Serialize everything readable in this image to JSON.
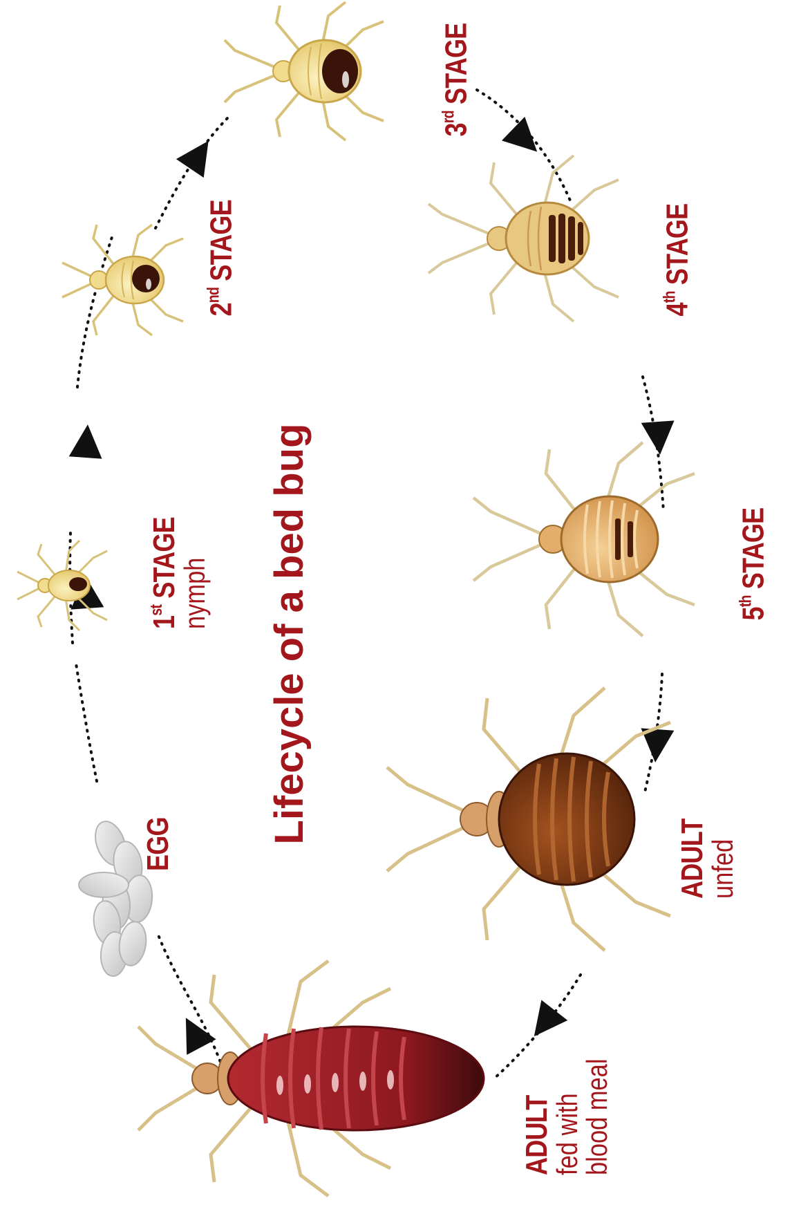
{
  "title": "Lifecycle of a bed bug",
  "stages": {
    "egg": {
      "main": "EGG"
    },
    "first": {
      "num": "1",
      "sup": "st",
      "word": "STAGE",
      "sub": "nymph"
    },
    "second": {
      "num": "2",
      "sup": "nd",
      "word": "STAGE"
    },
    "third": {
      "num": "3",
      "sup": "rd",
      "word": "STAGE"
    },
    "fourth": {
      "num": "4",
      "sup": "th",
      "word": "STAGE"
    },
    "fifth": {
      "num": "5",
      "sup": "th",
      "word": "STAGE"
    },
    "adult_unfed": {
      "main": "ADULT",
      "sub": "unfed"
    },
    "adult_fed": {
      "main": "ADULT",
      "sub1": "fed with",
      "sub2": "blood meal"
    }
  },
  "colors": {
    "label": "#a3171c",
    "arrow": "#111111",
    "egg": "#d9d9d9",
    "nymph_body": "#f1dc8e",
    "nymph_outline": "#c9a64a",
    "nymph_gut": "#3a1408",
    "fourth_body": "#e8c880",
    "fifth_body": "#e2ae6a",
    "adult_unfed_body": "#7a3410",
    "adult_head": "#d7a06a",
    "adult_fed_body": "#9c1b22",
    "adult_fed_tip": "#3d0b0b",
    "legs": "#d8c089"
  },
  "icons": [
    "egg-cluster",
    "bed-bug-first-stage",
    "bed-bug-second-stage",
    "bed-bug-third-stage",
    "bed-bug-fourth-stage",
    "bed-bug-fifth-stage",
    "bed-bug-adult-unfed",
    "bed-bug-adult-fed",
    "cycle-arrow"
  ]
}
